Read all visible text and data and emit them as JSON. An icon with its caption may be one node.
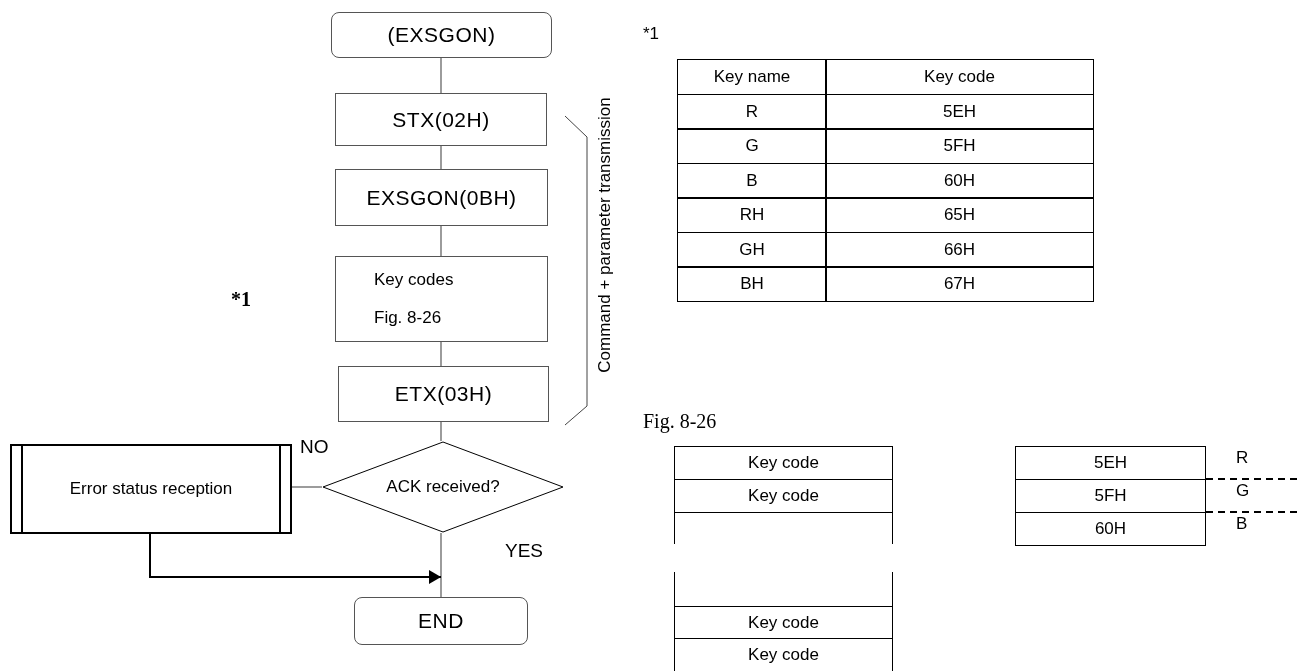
{
  "diagram": {
    "nodes": [
      {
        "text": [
          "(EXSGON)"
        ]
      },
      {
        "text": [
          "STX(02H)"
        ]
      },
      {
        "text": [
          "EXSGON(0BH)"
        ]
      },
      {
        "text": [
          "Key codes",
          "Fig. 8-26"
        ]
      },
      {
        "text": [
          "ETX(03H)"
        ]
      },
      {
        "text": [
          "ACK received?"
        ]
      },
      {
        "text": [
          "Error status reception"
        ]
      },
      {
        "text": [
          "END"
        ]
      }
    ],
    "edges": [
      {
        "from": 0,
        "to": 1,
        "arrow": "none"
      },
      {
        "from": 1,
        "to": 2,
        "arrow": "none"
      },
      {
        "from": 2,
        "to": 3,
        "arrow": "none"
      },
      {
        "from": 3,
        "to": 4,
        "arrow": "none"
      },
      {
        "from": 4,
        "to": 5,
        "arrow": "none"
      },
      {
        "from": 5,
        "to": 6,
        "arrow": "none",
        "label": "NO"
      },
      {
        "from": 5,
        "to": 7,
        "arrow": "none",
        "label": "YES"
      },
      {
        "from": 6,
        "to": 7,
        "arrow": "to",
        "color": "#000000"
      }
    ],
    "labels": [
      "*1",
      "Command + parameter transmission",
      "*1",
      "Key name",
      "Key code",
      "R",
      "5EH",
      "G",
      "5FH",
      "B",
      "60H",
      "RH",
      "65H",
      "GH",
      "66H",
      "BH",
      "67H",
      "Fig. 8-26",
      "Key code",
      "Key code",
      "Key code",
      "Key code",
      "5EH",
      "R",
      "5FH",
      "G",
      "60H",
      "B"
    ]
  }
}
